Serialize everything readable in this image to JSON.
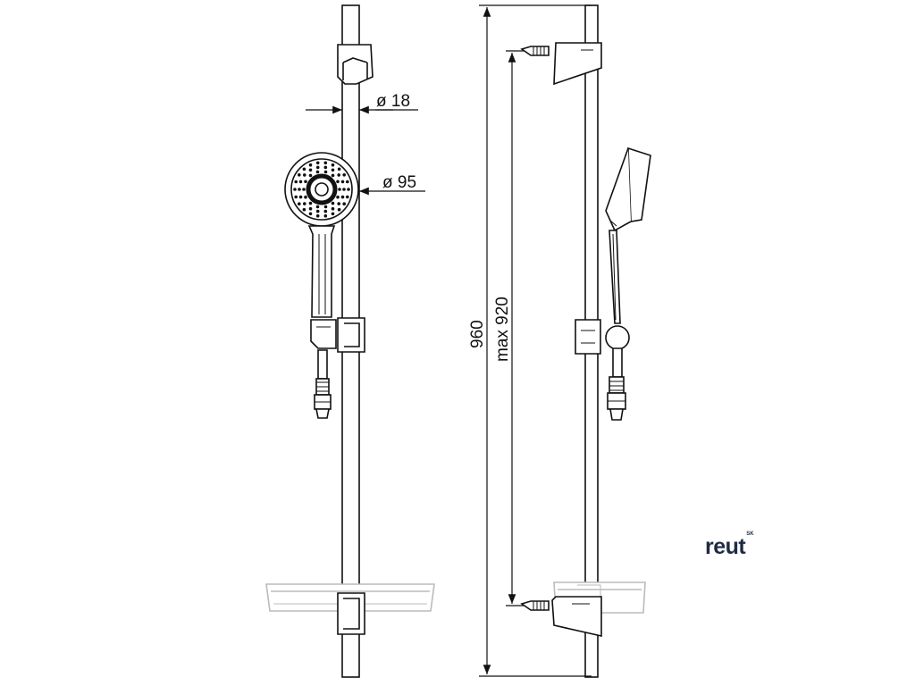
{
  "dimensions": {
    "rail_diameter": "ø 18",
    "head_diameter": "ø 95",
    "total_length": "960",
    "adjust_length": "max 920"
  },
  "brand": {
    "name": "reut",
    "suffix": "SK",
    "color": "#1f2a44"
  },
  "colors": {
    "line": "#111111",
    "tray": "#bbbbbb"
  }
}
